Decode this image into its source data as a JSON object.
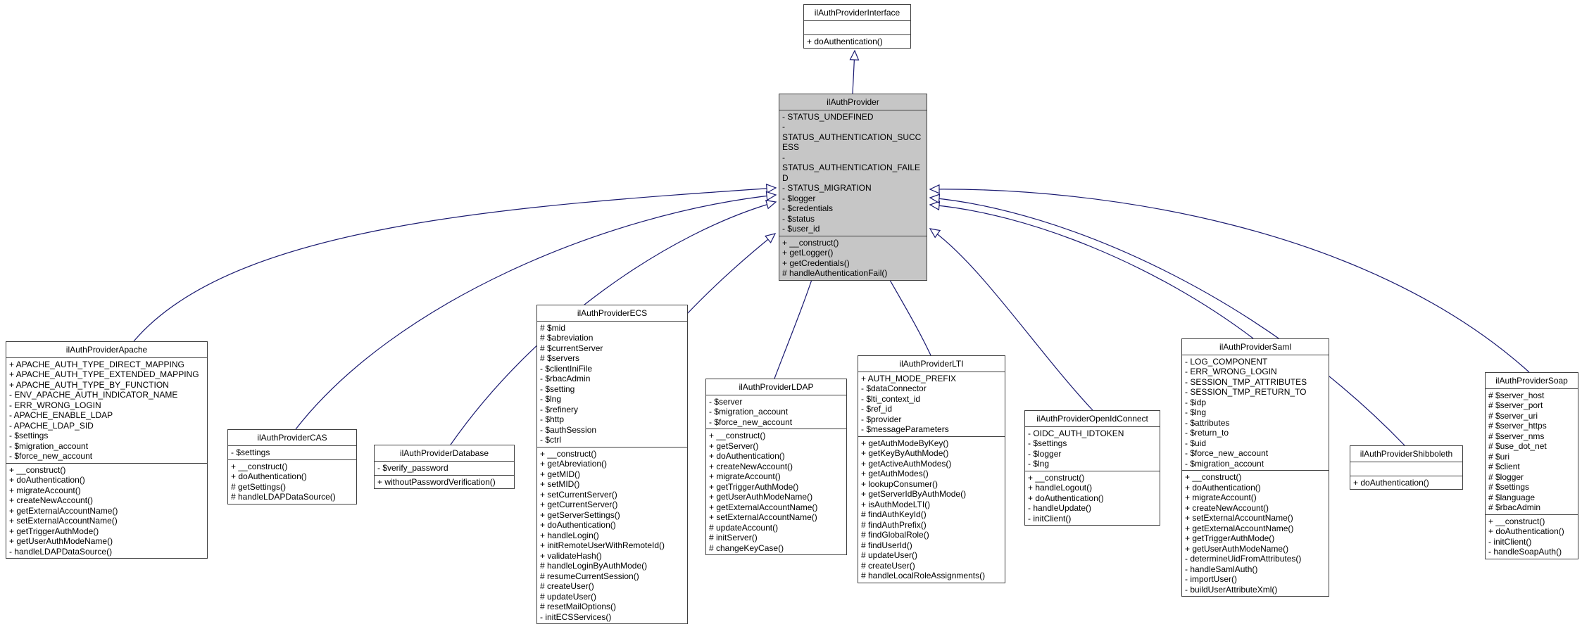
{
  "diagram": {
    "type": "uml-class-inheritance",
    "colors": {
      "edge": "#191970",
      "node_border": "#3f3f3f",
      "node_fill": "#ffffff",
      "highlight_fill": "#c6c6c6"
    },
    "classes": [
      {
        "name": "ilAuthProviderInterface",
        "highlighted": false,
        "attributes": [],
        "methods": [
          "+ doAuthentication()"
        ]
      },
      {
        "name": "ilAuthProvider",
        "highlighted": true,
        "attributes": [
          "- STATUS_UNDEFINED",
          "- STATUS_AUTHENTICATION_SUCCESS",
          "- STATUS_AUTHENTICATION_FAILED",
          "- STATUS_MIGRATION",
          "- $logger",
          "- $credentials",
          "- $status",
          "- $user_id"
        ],
        "methods": [
          "+ __construct()",
          "+ getLogger()",
          "+ getCredentials()",
          "# handleAuthenticationFail()"
        ]
      },
      {
        "name": "ilAuthProviderApache",
        "highlighted": false,
        "attributes": [
          "+ APACHE_AUTH_TYPE_DIRECT_MAPPING",
          "+ APACHE_AUTH_TYPE_EXTENDED_MAPPING",
          "+ APACHE_AUTH_TYPE_BY_FUNCTION",
          "- ENV_APACHE_AUTH_INDICATOR_NAME",
          "- ERR_WRONG_LOGIN",
          "- APACHE_ENABLE_LDAP",
          "- APACHE_LDAP_SID",
          "- $settings",
          "- $migration_account",
          "- $force_new_account"
        ],
        "methods": [
          "+ __construct()",
          "+ doAuthentication()",
          "+ migrateAccount()",
          "+ createNewAccount()",
          "+ getExternalAccountName()",
          "+ setExternalAccountName()",
          "+ getTriggerAuthMode()",
          "+ getUserAuthModeName()",
          "- handleLDAPDataSource()"
        ]
      },
      {
        "name": "ilAuthProviderCAS",
        "highlighted": false,
        "attributes": [
          "- $settings"
        ],
        "methods": [
          "+ __construct()",
          "+ doAuthentication()",
          "# getSettings()",
          "# handleLDAPDataSource()"
        ]
      },
      {
        "name": "ilAuthProviderDatabase",
        "highlighted": false,
        "attributes": [
          "- $verify_password"
        ],
        "methods": [
          "+ withoutPasswordVerification()"
        ]
      },
      {
        "name": "ilAuthProviderECS",
        "highlighted": false,
        "attributes": [
          "# $mid",
          "# $abreviation",
          "# $currentServer",
          "# $servers",
          "- $clientIniFile",
          "- $rbacAdmin",
          "- $setting",
          "- $lng",
          "- $refinery",
          "- $http",
          "- $authSession",
          "- $ctrl"
        ],
        "methods": [
          "+ __construct()",
          "+ getAbreviation()",
          "+ getMID()",
          "+ setMID()",
          "+ setCurrentServer()",
          "+ getCurrentServer()",
          "+ getServerSettings()",
          "+ doAuthentication()",
          "+ handleLogin()",
          "+ initRemoteUserWithRemoteId()",
          "+ validateHash()",
          "# handleLoginByAuthMode()",
          "# resumeCurrentSession()",
          "# createUser()",
          "# updateUser()",
          "# resetMailOptions()",
          "- initECSServices()"
        ]
      },
      {
        "name": "ilAuthProviderLDAP",
        "highlighted": false,
        "attributes": [
          "- $server",
          "- $migration_account",
          "- $force_new_account"
        ],
        "methods": [
          "+ __construct()",
          "+ getServer()",
          "+ doAuthentication()",
          "+ createNewAccount()",
          "+ migrateAccount()",
          "+ getTriggerAuthMode()",
          "+ getUserAuthModeName()",
          "+ getExternalAccountName()",
          "+ setExternalAccountName()",
          "# updateAccount()",
          "# initServer()",
          "# changeKeyCase()"
        ]
      },
      {
        "name": "ilAuthProviderLTI",
        "highlighted": false,
        "attributes": [
          "+ AUTH_MODE_PREFIX",
          "- $dataConnector",
          "- $lti_context_id",
          "- $ref_id",
          "- $provider",
          "- $messageParameters"
        ],
        "methods": [
          "+ getAuthModeByKey()",
          "+ getKeyByAuthMode()",
          "+ getActiveAuthModes()",
          "+ getAuthModes()",
          "+ lookupConsumer()",
          "+ getServerIdByAuthMode()",
          "+ isAuthModeLTI()",
          "# findAuthKeyId()",
          "# findAuthPrefix()",
          "# findGlobalRole()",
          "# findUserId()",
          "# updateUser()",
          "# createUser()",
          "# handleLocalRoleAssignments()"
        ]
      },
      {
        "name": "ilAuthProviderOpenIdConnect",
        "highlighted": false,
        "attributes": [
          "- OIDC_AUTH_IDTOKEN",
          "- $settings",
          "- $logger",
          "- $lng"
        ],
        "methods": [
          "+ __construct()",
          "+ handleLogout()",
          "+ doAuthentication()",
          "- handleUpdate()",
          "- initClient()"
        ]
      },
      {
        "name": "ilAuthProviderSaml",
        "highlighted": false,
        "attributes": [
          "- LOG_COMPONENT",
          "- ERR_WRONG_LOGIN",
          "- SESSION_TMP_ATTRIBUTES",
          "- SESSION_TMP_RETURN_TO",
          "- $idp",
          "- $lng",
          "- $attributes",
          "- $return_to",
          "- $uid",
          "- $force_new_account",
          "- $migration_account"
        ],
        "methods": [
          "+ __construct()",
          "+ doAuthentication()",
          "+ migrateAccount()",
          "+ createNewAccount()",
          "+ setExternalAccountName()",
          "+ getExternalAccountName()",
          "+ getTriggerAuthMode()",
          "+ getUserAuthModeName()",
          "- determineUidFromAttributes()",
          "- handleSamlAuth()",
          "- importUser()",
          "- buildUserAttributeXml()"
        ]
      },
      {
        "name": "ilAuthProviderShibboleth",
        "highlighted": false,
        "attributes": [],
        "methods": [
          "+ doAuthentication()"
        ]
      },
      {
        "name": "ilAuthProviderSoap",
        "highlighted": false,
        "attributes": [
          "# $server_host",
          "# $server_port",
          "# $server_uri",
          "# $server_https",
          "# $server_nms",
          "# $use_dot_net",
          "# $uri",
          "# $client",
          "# $logger",
          "# $settings",
          "# $language",
          "# $rbacAdmin"
        ],
        "methods": [
          "+ __construct()",
          "+ doAuthentication()",
          "- initClient()",
          "- handleSoapAuth()"
        ]
      }
    ],
    "relationships": [
      {
        "child": "ilAuthProvider",
        "parent": "ilAuthProviderInterface",
        "type": "generalization"
      },
      {
        "child": "ilAuthProviderApache",
        "parent": "ilAuthProvider",
        "type": "generalization"
      },
      {
        "child": "ilAuthProviderCAS",
        "parent": "ilAuthProvider",
        "type": "generalization"
      },
      {
        "child": "ilAuthProviderDatabase",
        "parent": "ilAuthProvider",
        "type": "generalization"
      },
      {
        "child": "ilAuthProviderECS",
        "parent": "ilAuthProvider",
        "type": "generalization"
      },
      {
        "child": "ilAuthProviderLDAP",
        "parent": "ilAuthProvider",
        "type": "generalization"
      },
      {
        "child": "ilAuthProviderLTI",
        "parent": "ilAuthProvider",
        "type": "generalization"
      },
      {
        "child": "ilAuthProviderOpenIdConnect",
        "parent": "ilAuthProvider",
        "type": "generalization"
      },
      {
        "child": "ilAuthProviderSaml",
        "parent": "ilAuthProvider",
        "type": "generalization"
      },
      {
        "child": "ilAuthProviderShibboleth",
        "parent": "ilAuthProvider",
        "type": "generalization"
      },
      {
        "child": "ilAuthProviderSoap",
        "parent": "ilAuthProvider",
        "type": "generalization"
      }
    ]
  }
}
